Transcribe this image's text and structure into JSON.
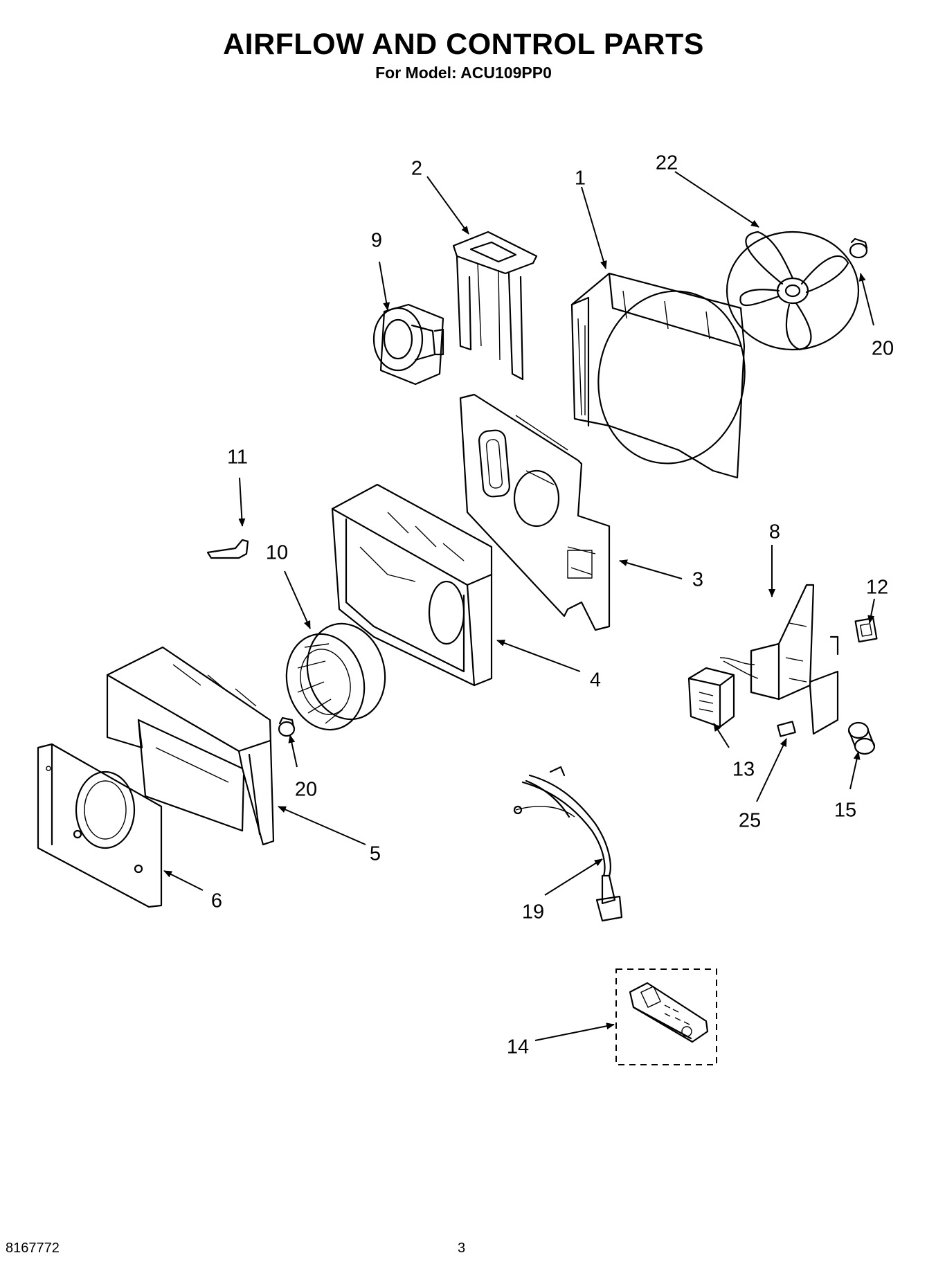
{
  "header": {
    "title": "AIRFLOW AND CONTROL PARTS",
    "subtitle": "For Model: ACU109PP0"
  },
  "callouts": [
    {
      "id": "c1",
      "label": "1"
    },
    {
      "id": "c2",
      "label": "2"
    },
    {
      "id": "c3",
      "label": "3"
    },
    {
      "id": "c4",
      "label": "4"
    },
    {
      "id": "c5",
      "label": "5"
    },
    {
      "id": "c6",
      "label": "6"
    },
    {
      "id": "c8",
      "label": "8"
    },
    {
      "id": "c9",
      "label": "9"
    },
    {
      "id": "c10",
      "label": "10"
    },
    {
      "id": "c11",
      "label": "11"
    },
    {
      "id": "c12",
      "label": "12"
    },
    {
      "id": "c13",
      "label": "13"
    },
    {
      "id": "c14",
      "label": "14"
    },
    {
      "id": "c15",
      "label": "15"
    },
    {
      "id": "c19",
      "label": "19"
    },
    {
      "id": "c20a",
      "label": "20"
    },
    {
      "id": "c20b",
      "label": "20"
    },
    {
      "id": "c22",
      "label": "22"
    },
    {
      "id": "c25",
      "label": "25"
    }
  ],
  "footer": {
    "doc_number": "8167772",
    "page_number": "3"
  }
}
